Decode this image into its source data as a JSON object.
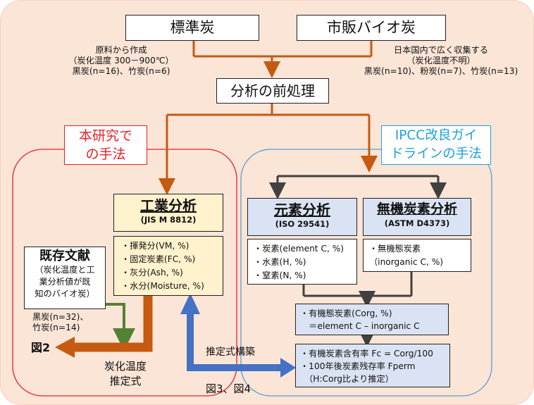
{
  "standard_charcoal": "標準炭",
  "commercial_biochar": "市販バイオ炭",
  "standard_note": "原料から作成\n（炭化温度 300－900℃）\n黒炭(n=16)、竹炭(n=6)",
  "commercial_note": "日本国内で広く収集する\n（炭化温度不明）\n黒炭(n=10)、粉炭(n=7)、竹炭(n=13)",
  "pretreatment": "分析の前処理",
  "this_study_method": "本研究で\nの手法",
  "ipcc_method": "IPCC改良ガイ\nドラインの手法",
  "proximate": {
    "title": "工業分析",
    "standard": "(JIS M 8812)",
    "items": [
      "・揮発分(VM, %)",
      "・固定炭素(FC, %)",
      "・灰分(Ash, %)",
      "・水分(Moisture, %)"
    ]
  },
  "ultimate": {
    "title": "元素分析",
    "standard": "(ISO 29541)",
    "items": [
      "・炭素(element C, %)",
      "・水素(H, %)",
      "・窒素(N, %)"
    ]
  },
  "inorganic": {
    "title": "無機炭素分析",
    "standard": "(ASTM D4373)",
    "items": [
      "・無機態炭素",
      "（inorganic C, %)"
    ]
  },
  "literature": {
    "title": "既存文献",
    "desc": "（炭化温度と工\n業分析値が既\n知のバイオ炭）"
  },
  "literature_counts": "黒炭(n=32)、\n竹炭(n=14)",
  "organic_carbon": "・有機態炭素(Corg, %)\n　＝element C – inorganic C",
  "results": "・有機炭素含有率 Fc = Corg/100\n・100年後炭素残存率 Fperm\n　（H:Corg比より推定）",
  "fig2": "図2",
  "temp_estimation": "炭化温度\n推定式",
  "formula_construction": "推定式構築",
  "fig34": "図3、図4",
  "colors": {
    "orange": "#c55a11",
    "blue": "#4472c4",
    "green": "#548235",
    "dark": "#404040",
    "red": "#e8202a",
    "cyan": "#1da1d9",
    "yellow": "#fff2cc",
    "paleblue": "#dae3f3"
  }
}
